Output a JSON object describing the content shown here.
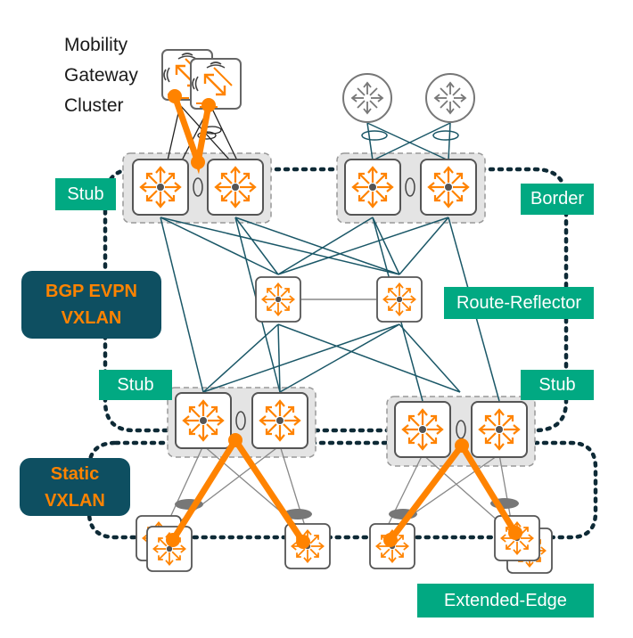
{
  "labels": {
    "cluster": [
      "Mobility",
      "Gateway",
      "Cluster"
    ],
    "stub_top_left": "Stub",
    "border": "Border",
    "route_reflector": "Route-Reflector",
    "stub_mid_left": "Stub",
    "stub_mid_right": "Stub",
    "extended_edge": "Extended-Edge"
  },
  "overlays": {
    "bgp_evpn": [
      "BGP EVPN",
      "VXLAN"
    ],
    "static_vxlan": [
      "Static",
      "VXLAN"
    ]
  },
  "colors": {
    "accent": "#ff8300",
    "tag": "#01a982",
    "link": "#1a5767",
    "pill": "#0e4f61",
    "dotted": "#0e2a36"
  }
}
